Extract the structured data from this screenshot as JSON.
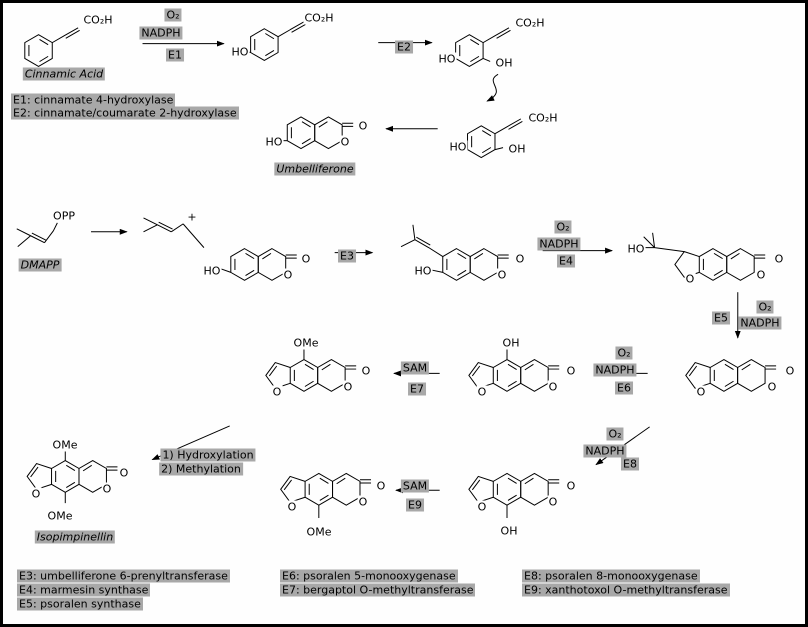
{
  "colors": {
    "background": "#ffffff",
    "ink": "#000000",
    "highlight": "#a8a8a8"
  },
  "scheme": {
    "molecule_names": {
      "cinnamic_acid": "Cinnamic Acid",
      "umbelliferone": "Umbelliferone",
      "dmapp": "DMAPP",
      "isopimpinellin": "Isopimpinellin"
    },
    "formulas": {
      "co2h": "CO₂H",
      "ho": "HO",
      "oh": "OH",
      "ome": "OMe",
      "opp": "OPP",
      "o": "O",
      "plus": "+"
    },
    "cofactors": {
      "o2": "O₂",
      "nadph": "NADPH",
      "sam": "SAM"
    },
    "enzymes": {
      "e1": "E1",
      "e2": "E2",
      "e3": "E3",
      "e4": "E4",
      "e5": "E5",
      "e6": "E6",
      "e7": "E7",
      "e8": "E8",
      "e9": "E9"
    },
    "steps": {
      "hydroxylation": "1) Hydroxylation",
      "methylation": "2) Methylation"
    },
    "legend_top": [
      "E1: cinnamate 4-hydroxylase",
      "E2: cinnamate/coumarate 2-hydroxylase"
    ],
    "legend_bottom_col1": [
      "E3: umbelliferone 6-prenyltransferase",
      "E4: marmesin synthase",
      "E5: psoralen synthase"
    ],
    "legend_bottom_col2": [
      "E6: psoralen 5-monooxygenase",
      "E7: bergaptol O-methyltransferase"
    ],
    "legend_bottom_col3": [
      "E8: psoralen 8-monooxygenase",
      "E9: xanthotoxol O-methyltransferase"
    ]
  }
}
